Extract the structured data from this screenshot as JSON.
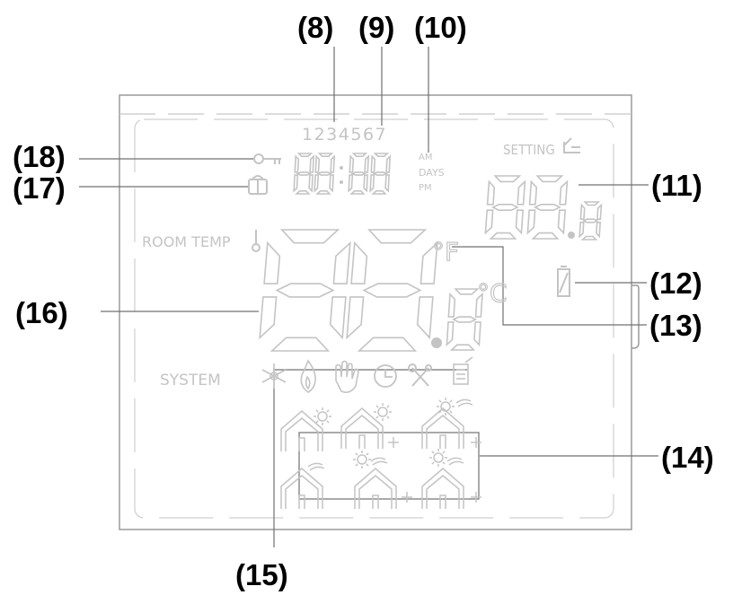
{
  "callouts": {
    "c8": "(8)",
    "c9": "(9)",
    "c10": "(10)",
    "c11": "(11)",
    "c12": "(12)",
    "c13": "(13)",
    "c14": "(14)",
    "c15": "(15)",
    "c16": "(16)",
    "c17": "(17)",
    "c18": "(18)"
  },
  "lcd": {
    "day_numbers": "1234567",
    "am": "AM",
    "days": "DAYS",
    "pm": "PM",
    "setting": "SETTING",
    "room_temp": "ROOM TEMP",
    "system": "SYSTEM",
    "fahrenheit": "°F",
    "celsius": "°C",
    "clock_digits": "88:88",
    "setting_digits": "88.8",
    "room_digits": "88.8"
  },
  "icons": {
    "key": "key-icon",
    "lock": "lock-icon",
    "battery": "battery-icon",
    "thermometer": "thermometer-icon",
    "system_modes": [
      "snowflake-icon",
      "flame-icon",
      "hand-icon",
      "clock-icon",
      "tools-icon",
      "schedule-icon"
    ],
    "house_modes": [
      "house-heat-sun-icon",
      "house-sun-fan-icon",
      "house-sun-fan-wind-icon",
      "house-sun-icon",
      "house-sun-fan-small-icon",
      "house-sun-fan-wind-small-icon"
    ]
  },
  "colors": {
    "lcd_segment": "#c4c4c4",
    "outline": "#808080",
    "callout": "#000000"
  }
}
